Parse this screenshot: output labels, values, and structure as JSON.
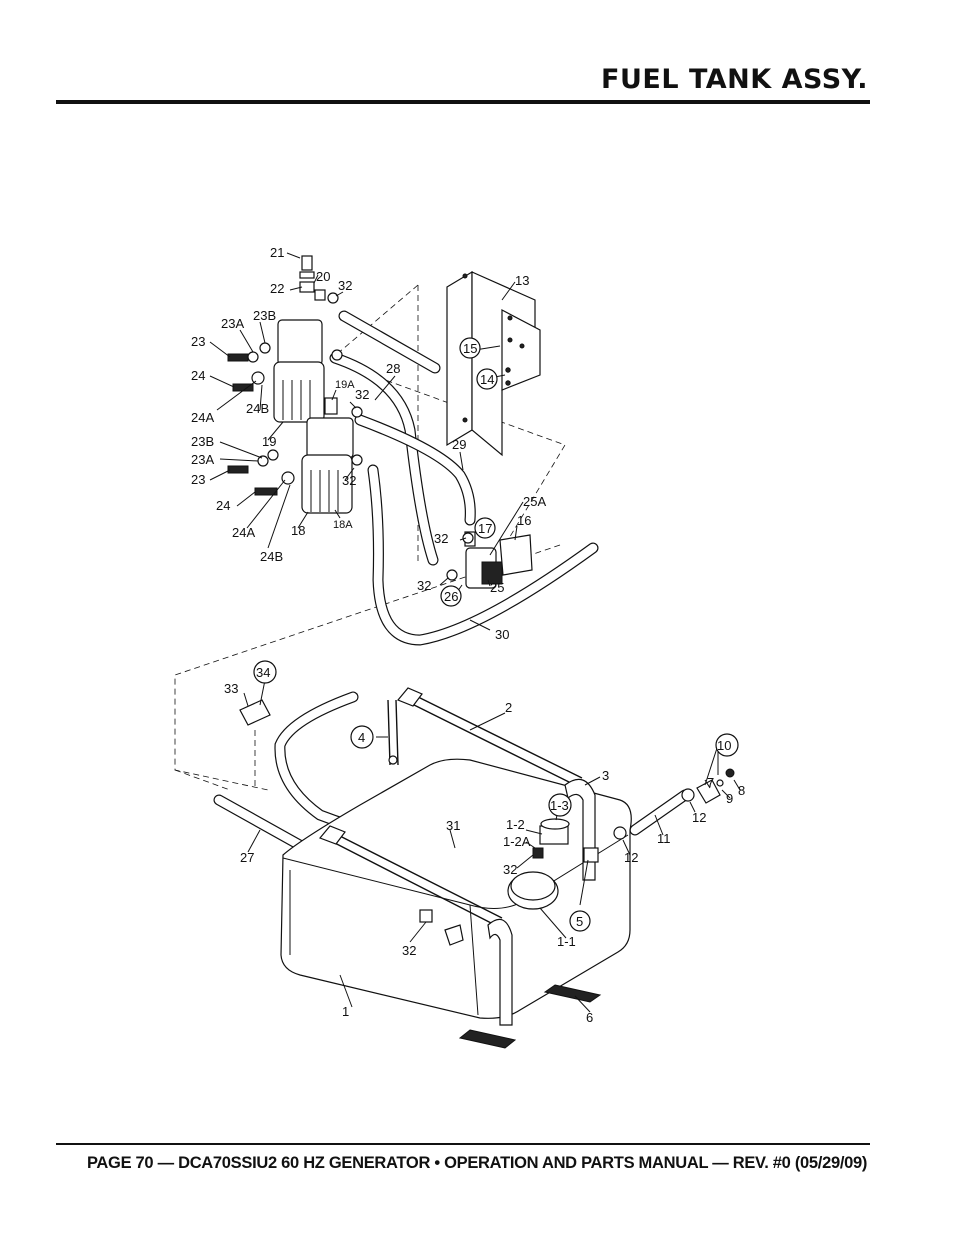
{
  "header": {
    "title": "FUEL TANK ASSY."
  },
  "footer": {
    "text": "PAGE 70 — DCA70SSIU2 60 HZ GENERATOR • OPERATION AND PARTS MANUAL — REV. #0 (05/29/09)"
  },
  "diagram": {
    "callouts": [
      "21",
      "20",
      "22",
      "32",
      "23B",
      "23A",
      "23",
      "24",
      "24A",
      "24B",
      "19",
      "19A",
      "32",
      "28",
      "13",
      "15",
      "14",
      "23B",
      "23A",
      "23",
      "24",
      "24A",
      "24B",
      "18",
      "18A",
      "32",
      "29",
      "25A",
      "16",
      "17",
      "32",
      "32",
      "26",
      "25",
      "30",
      "33",
      "34",
      "2",
      "4",
      "3",
      "10",
      "7",
      "8",
      "9",
      "1-3",
      "12",
      "11",
      "12",
      "31",
      "1-2",
      "1-2A",
      "32",
      "27",
      "5",
      "1-1",
      "32",
      "1",
      "6"
    ]
  }
}
